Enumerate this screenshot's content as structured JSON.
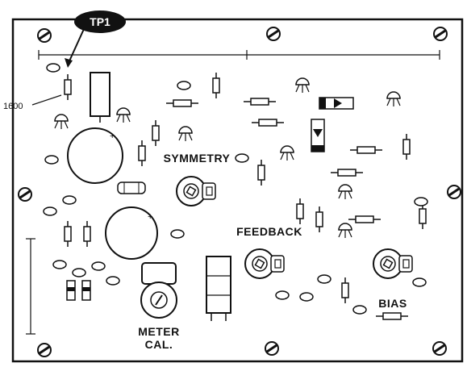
{
  "labels": {
    "tp1": "TP1",
    "resistor_1600": "1600",
    "symmetry": "SYMMETRY",
    "feedback": "FEEDBACK",
    "bias": "BIAS",
    "meter_cal_line1": "METER",
    "meter_cal_line2": "CAL."
  },
  "colors": {
    "ink": "#111111",
    "board": "#ffffff"
  },
  "icons": [
    "screw-icon",
    "resistor-icon",
    "capacitor-icon",
    "diode-icon",
    "transistor-icon",
    "trimpot-icon"
  ]
}
